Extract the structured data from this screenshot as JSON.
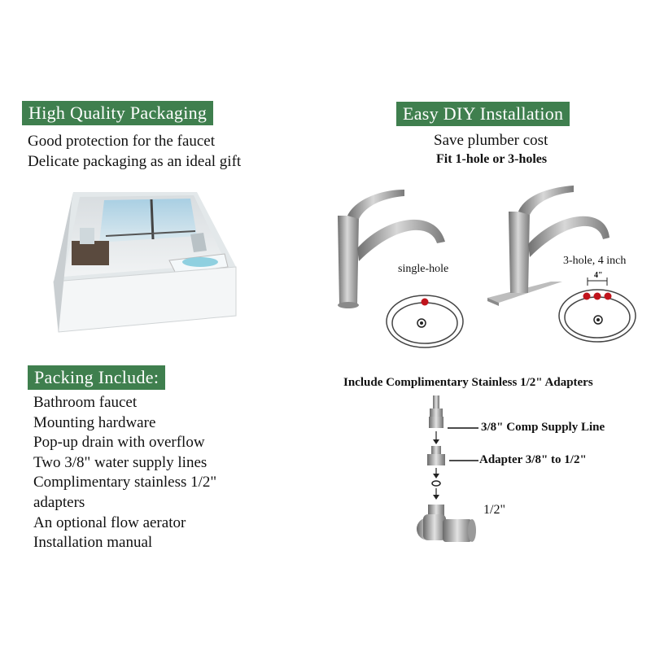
{
  "left": {
    "quality_banner": "High Quality Packaging",
    "quality_lines": [
      "Good protection for the faucet",
      "Delicate packaging as an ideal gift"
    ],
    "packing_banner": "Packing Include:",
    "packing_items": [
      "Bathroom faucet",
      "Mounting hardware",
      "Pop-up drain with overflow",
      "Two 3/8\" water supply lines",
      "Complimentary stainless 1/2\"",
      "adapters",
      "An optional flow aerator",
      "Installation manual"
    ]
  },
  "right": {
    "install_banner": "Easy DIY Installation",
    "save_cost": "Save plumber cost",
    "fit_holes": "Fit 1-hole or 3-holes",
    "single_hole_label": "single-hole",
    "three_hole_label": "3-hole, 4 inch",
    "spacing_label": "4\"",
    "adapters_title": "Include Complimentary Stainless 1/2\" Adapters",
    "supply_line_label": "3/8\" Comp Supply Line",
    "adapter_label": "Adapter 3/8\" to 1/2\"",
    "valve_label": "1/2\""
  },
  "colors": {
    "banner_green": "#3f7f4e",
    "hole_red": "#c0141c",
    "chrome": "#9a9a9a"
  }
}
